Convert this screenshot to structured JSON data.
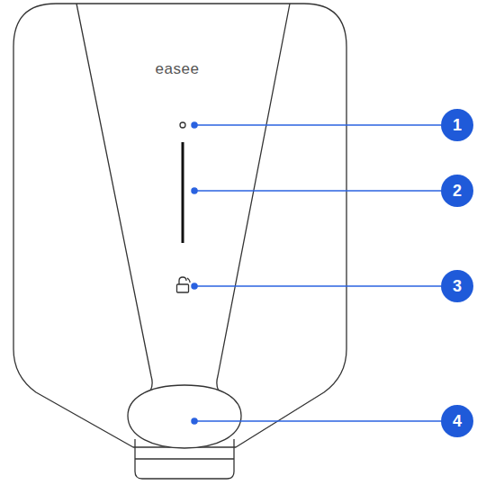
{
  "diagram": {
    "labels": [
      "easee",
      "1",
      "2",
      "3",
      "4"
    ]
  }
}
